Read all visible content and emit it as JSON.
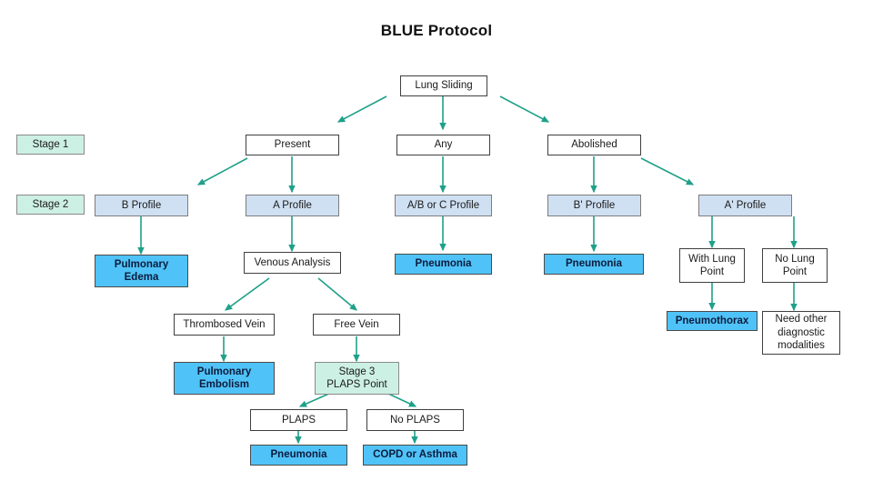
{
  "title": "BLUE Protocol",
  "colors": {
    "stage_fill": "#cdf0e4",
    "profile_fill": "#cfe0f3",
    "diagnosis_fill": "#4fc3f7",
    "arrow": "#1fa089",
    "border": "#4a4a4a",
    "text": "#1a1a1a",
    "diagnosis_text": "#0d1b3e",
    "background": "#ffffff"
  },
  "nodes": {
    "lung_sliding": "Lung Sliding",
    "stage1": "Stage 1",
    "stage2": "Stage 2",
    "stage3": "Stage 3\nPLAPS Point",
    "present": "Present",
    "any": "Any",
    "abolished": "Abolished",
    "b_profile": "B Profile",
    "a_profile": "A Profile",
    "ab_or_c_profile": "A/B or C Profile",
    "b_prime_profile": "B' Profile",
    "a_prime_profile": "A' Profile",
    "pulmonary_edema": "Pulmonary\nEdema",
    "venous_analysis": "Venous Analysis",
    "pneumonia_center": "Pneumonia",
    "pneumonia_bprime": "Pneumonia",
    "with_lung_point": "With Lung\nPoint",
    "no_lung_point": "No Lung\nPoint",
    "pneumothorax": "Pneumothorax",
    "need_other": "Need other\ndiagnostic\nmodalities",
    "thrombosed_vein": "Thrombosed Vein",
    "free_vein": "Free Vein",
    "pulmonary_embolism": "Pulmonary\nEmbolism",
    "plaps": "PLAPS",
    "no_plaps": "No PLAPS",
    "pneumonia_plaps": "Pneumonia",
    "copd_or_asthma": "COPD or Asthma"
  }
}
